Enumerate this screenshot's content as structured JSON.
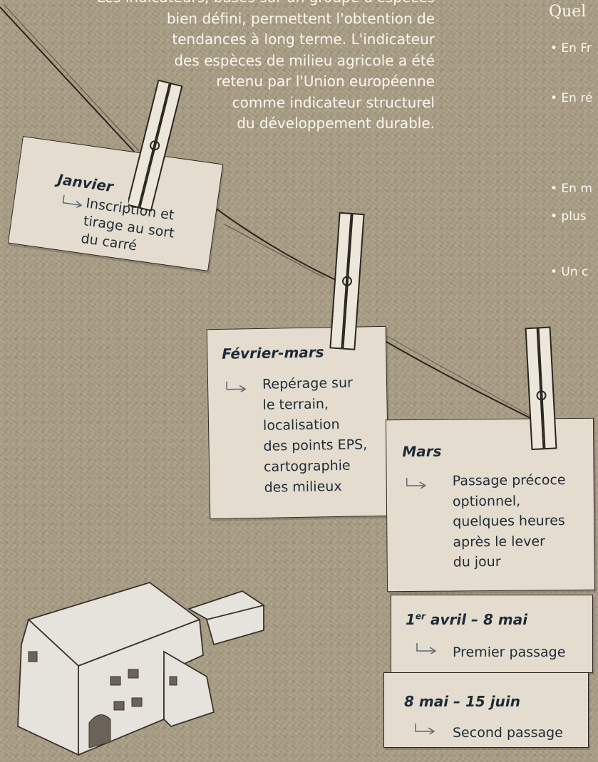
{
  "intro": {
    "lines": [
      "Les indicateurs, basés sur un groupe d'espèces",
      "bien défini, permettent l'obtention de",
      "tendances à long terme. L'indicateur",
      "des espèces de milieu agricole a été",
      "retenu par l'Union européenne",
      "comme indicateur structurel",
      "du développement durable."
    ]
  },
  "side": {
    "title": "Quel",
    "bullets": [
      "• En Fr",
      "• En ré",
      "• En m",
      "• plus",
      "• Un c"
    ]
  },
  "cards": [
    {
      "title": "Janvier",
      "body": [
        "Inscription et",
        "tirage au sort",
        "du carré"
      ]
    },
    {
      "title": "Février-mars",
      "body": [
        "Repérage sur",
        "le terrain,",
        "localisation",
        "des points EPS,",
        "cartographie",
        "des milieux"
      ]
    },
    {
      "title": "Mars",
      "body": [
        "Passage précoce",
        "optionnel,",
        "quelques heures",
        "après le lever",
        "du jour"
      ]
    },
    {
      "title_sup": "er",
      "title_num": "1",
      "title_rest": " avril – 8 mai",
      "body": [
        "Premier passage"
      ]
    },
    {
      "title": "8 mai – 15 juin",
      "body": [
        "Second passage"
      ]
    }
  ],
  "colors": {
    "background": "#a99d84",
    "paper": "#e4ddcf",
    "text": "#1f2b38",
    "intro_text": "#fbf8f0"
  }
}
